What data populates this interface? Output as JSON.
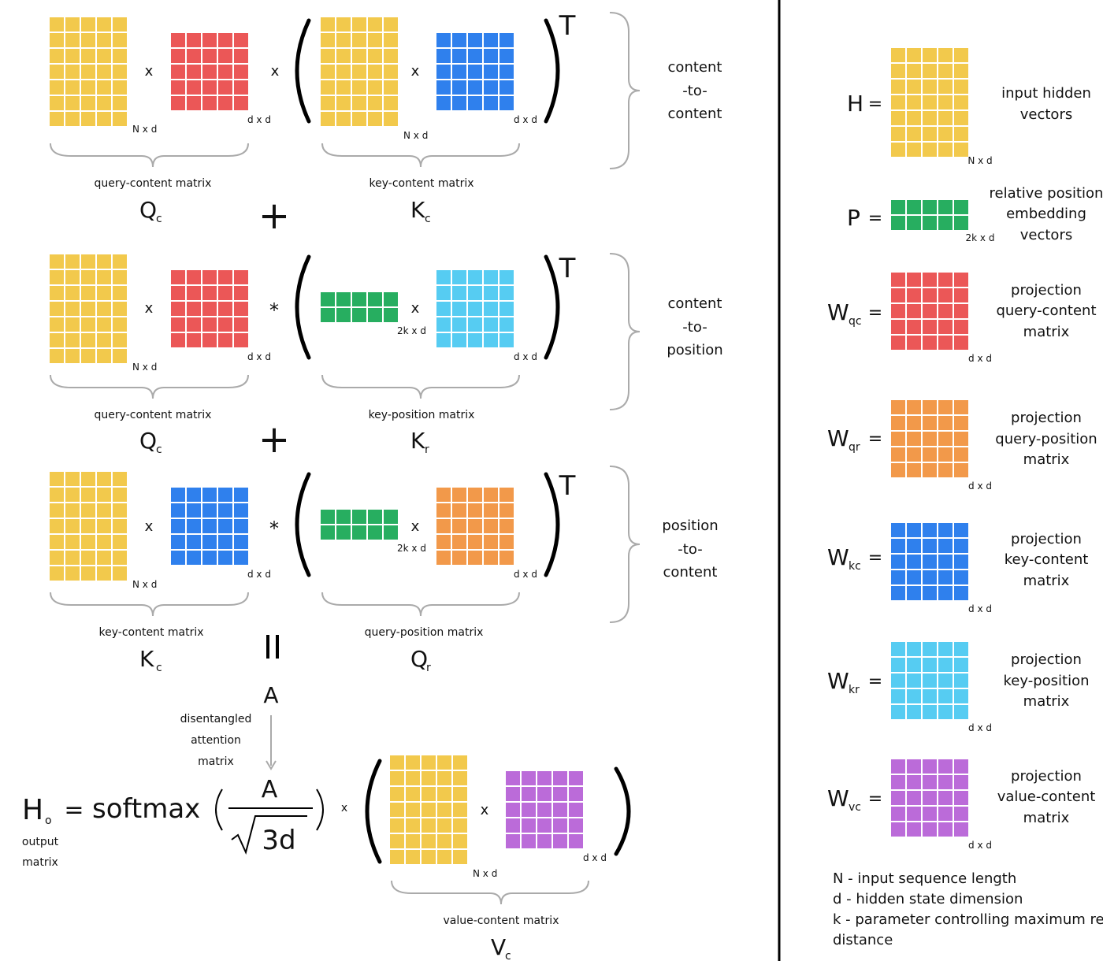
{
  "colors": {
    "yellow": "#F2C94C",
    "red": "#EB5757",
    "blue": "#2F80ED",
    "lightblue": "#56CCF2",
    "green": "#27AE60",
    "orange": "#F2994A",
    "purple": "#BB6BD9",
    "brace": "#aaaaaa",
    "divider": "#000000"
  },
  "ops": {
    "times": "x",
    "star": "*",
    "plus": "+",
    "equals": "=",
    "transpose": "T",
    "parallel": "||"
  },
  "dims": {
    "nxd": "N x d",
    "dxd": "d x d",
    "kxd": "2k x d"
  },
  "rows": [
    {
      "left_label": "query-content matrix",
      "left_sym": "Q",
      "left_sub": "c",
      "right_label": "key-content matrix",
      "right_sym": "K",
      "right_sub": "c",
      "side_label": [
        "content",
        "-to-",
        "content"
      ]
    },
    {
      "left_label": "query-content matrix",
      "left_sym": "Q",
      "left_sub": "c",
      "right_label": "key-position matrix",
      "right_sym": "K",
      "right_sub": "r",
      "side_label": [
        "content",
        "-to-",
        "position"
      ]
    },
    {
      "left_label": "key-content matrix",
      "left_sym": "K",
      "left_sub": "c",
      "right_label": "query-position matrix",
      "right_sym": "Q",
      "right_sub": "r",
      "side_label": [
        "position",
        "-to-",
        "content"
      ]
    }
  ],
  "attention": {
    "symbol": "A",
    "note": [
      "disentangled",
      "attention",
      "matrix"
    ]
  },
  "output": {
    "lhs": "H",
    "lhs_sub": "o",
    "note": [
      "output",
      "matrix"
    ],
    "softmax": "softmax",
    "numerator": "A",
    "denominator": "3d",
    "value_label": "value-content matrix",
    "value_sym": "V",
    "value_sub": "c"
  },
  "legend": [
    {
      "sym": "H",
      "sub": "",
      "desc": [
        "input hidden",
        "vectors"
      ],
      "dim": "N x d",
      "color": "yellow"
    },
    {
      "sym": "P",
      "sub": "",
      "desc": [
        "relative position",
        "embedding",
        "vectors"
      ],
      "dim": "2k x d",
      "color": "green"
    },
    {
      "sym": "W",
      "sub": "qc",
      "desc": [
        "projection",
        "query-content",
        "matrix"
      ],
      "dim": "d x d",
      "color": "red"
    },
    {
      "sym": "W",
      "sub": "qr",
      "desc": [
        "projection",
        "query-position",
        "matrix"
      ],
      "dim": "d x d",
      "color": "orange"
    },
    {
      "sym": "W",
      "sub": "kc",
      "desc": [
        "projection",
        "key-content",
        "matrix"
      ],
      "dim": "d x d",
      "color": "blue"
    },
    {
      "sym": "W",
      "sub": "kr",
      "desc": [
        "projection",
        "key-position",
        "matrix"
      ],
      "dim": "d x d",
      "color": "lightblue"
    },
    {
      "sym": "W",
      "sub": "vc",
      "desc": [
        "projection",
        "value-content",
        "matrix"
      ],
      "dim": "d x d",
      "color": "purple"
    }
  ],
  "notes": [
    "N - input sequence length",
    "d - hidden state dimension",
    "k - parameter controlling maximum relative",
    "distance"
  ]
}
